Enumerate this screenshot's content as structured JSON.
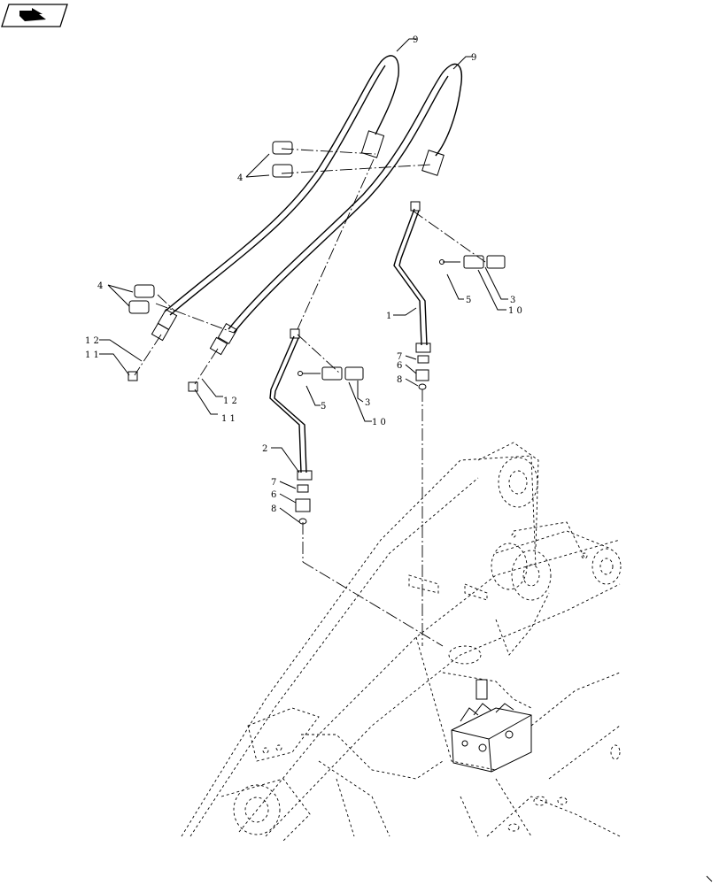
{
  "diagram": {
    "callouts": [
      {
        "id": "c9a",
        "text": "9"
      },
      {
        "id": "c9b",
        "text": "9"
      },
      {
        "id": "c4a",
        "text": "4"
      },
      {
        "id": "c4b",
        "text": "4"
      },
      {
        "id": "c12a",
        "text": "1 2"
      },
      {
        "id": "c11a",
        "text": "1 1"
      },
      {
        "id": "c12b",
        "text": "1 2"
      },
      {
        "id": "c11b",
        "text": "1 1"
      },
      {
        "id": "c5a",
        "text": "5"
      },
      {
        "id": "c3a",
        "text": "3"
      },
      {
        "id": "c10a",
        "text": "1 0"
      },
      {
        "id": "c1",
        "text": "1"
      },
      {
        "id": "c7a",
        "text": "7"
      },
      {
        "id": "c6a",
        "text": "6"
      },
      {
        "id": "c8a",
        "text": "8"
      },
      {
        "id": "c5b",
        "text": "5"
      },
      {
        "id": "c3b",
        "text": "3"
      },
      {
        "id": "c10b",
        "text": "1 0"
      },
      {
        "id": "c2",
        "text": "2"
      },
      {
        "id": "c7b",
        "text": "7"
      },
      {
        "id": "c6b",
        "text": "6"
      },
      {
        "id": "c8b",
        "text": "8"
      }
    ]
  }
}
